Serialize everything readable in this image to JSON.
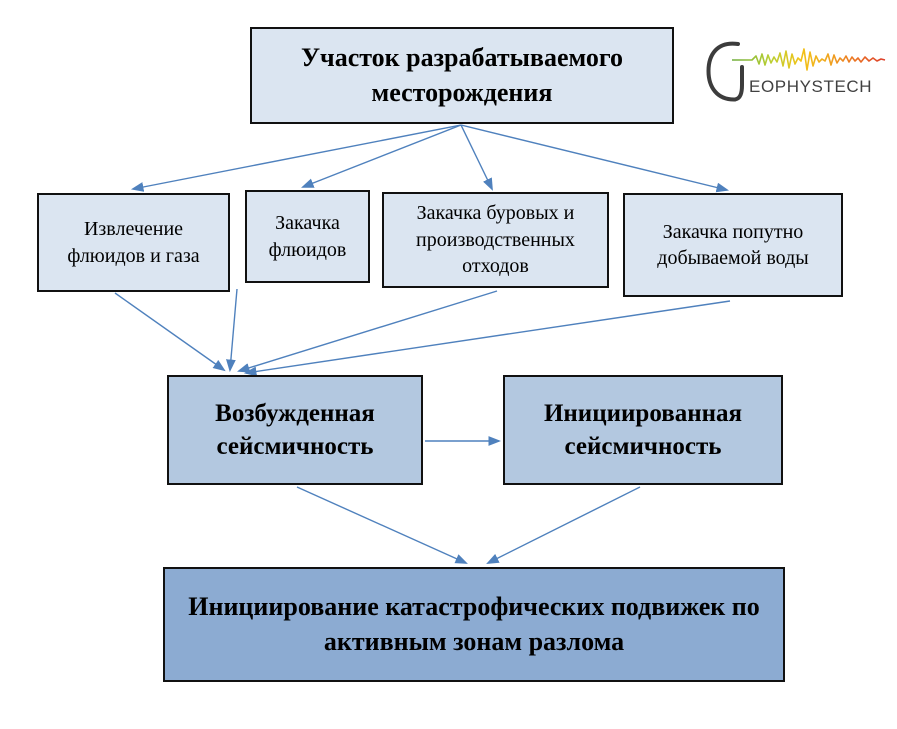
{
  "diagram_title": "Induced and triggered seismicity flowchart",
  "colors": {
    "light_fill": "#dbe5f1",
    "medium_fill": "#b3c8e0",
    "dark_fill": "#8cabd2",
    "border": "#111111",
    "arrow": "#4f81bd",
    "logo_text_color": "#414141",
    "wave_green": "#6fae3e",
    "wave_yellow": "#f2c318",
    "wave_red": "#dd3e2b"
  },
  "logo": {
    "g": "G",
    "text": "EOPHYSTECH"
  },
  "boxes": {
    "top": {
      "label": "Участок разрабатываемого месторождения"
    },
    "causes": [
      {
        "label": "Извлечение флюидов и газа"
      },
      {
        "label": "Закачка флюидов"
      },
      {
        "label": "Закачка буровых и производственных отходов"
      },
      {
        "label": "Закачка попутно добываемой воды"
      }
    ],
    "induced": {
      "label": "Возбужденная сейсмичность"
    },
    "triggered": {
      "label": "Инициированная сейсмичность"
    },
    "outcome": {
      "label": "Инициирование катастрофических подвижек по активным зонам разлома"
    }
  }
}
